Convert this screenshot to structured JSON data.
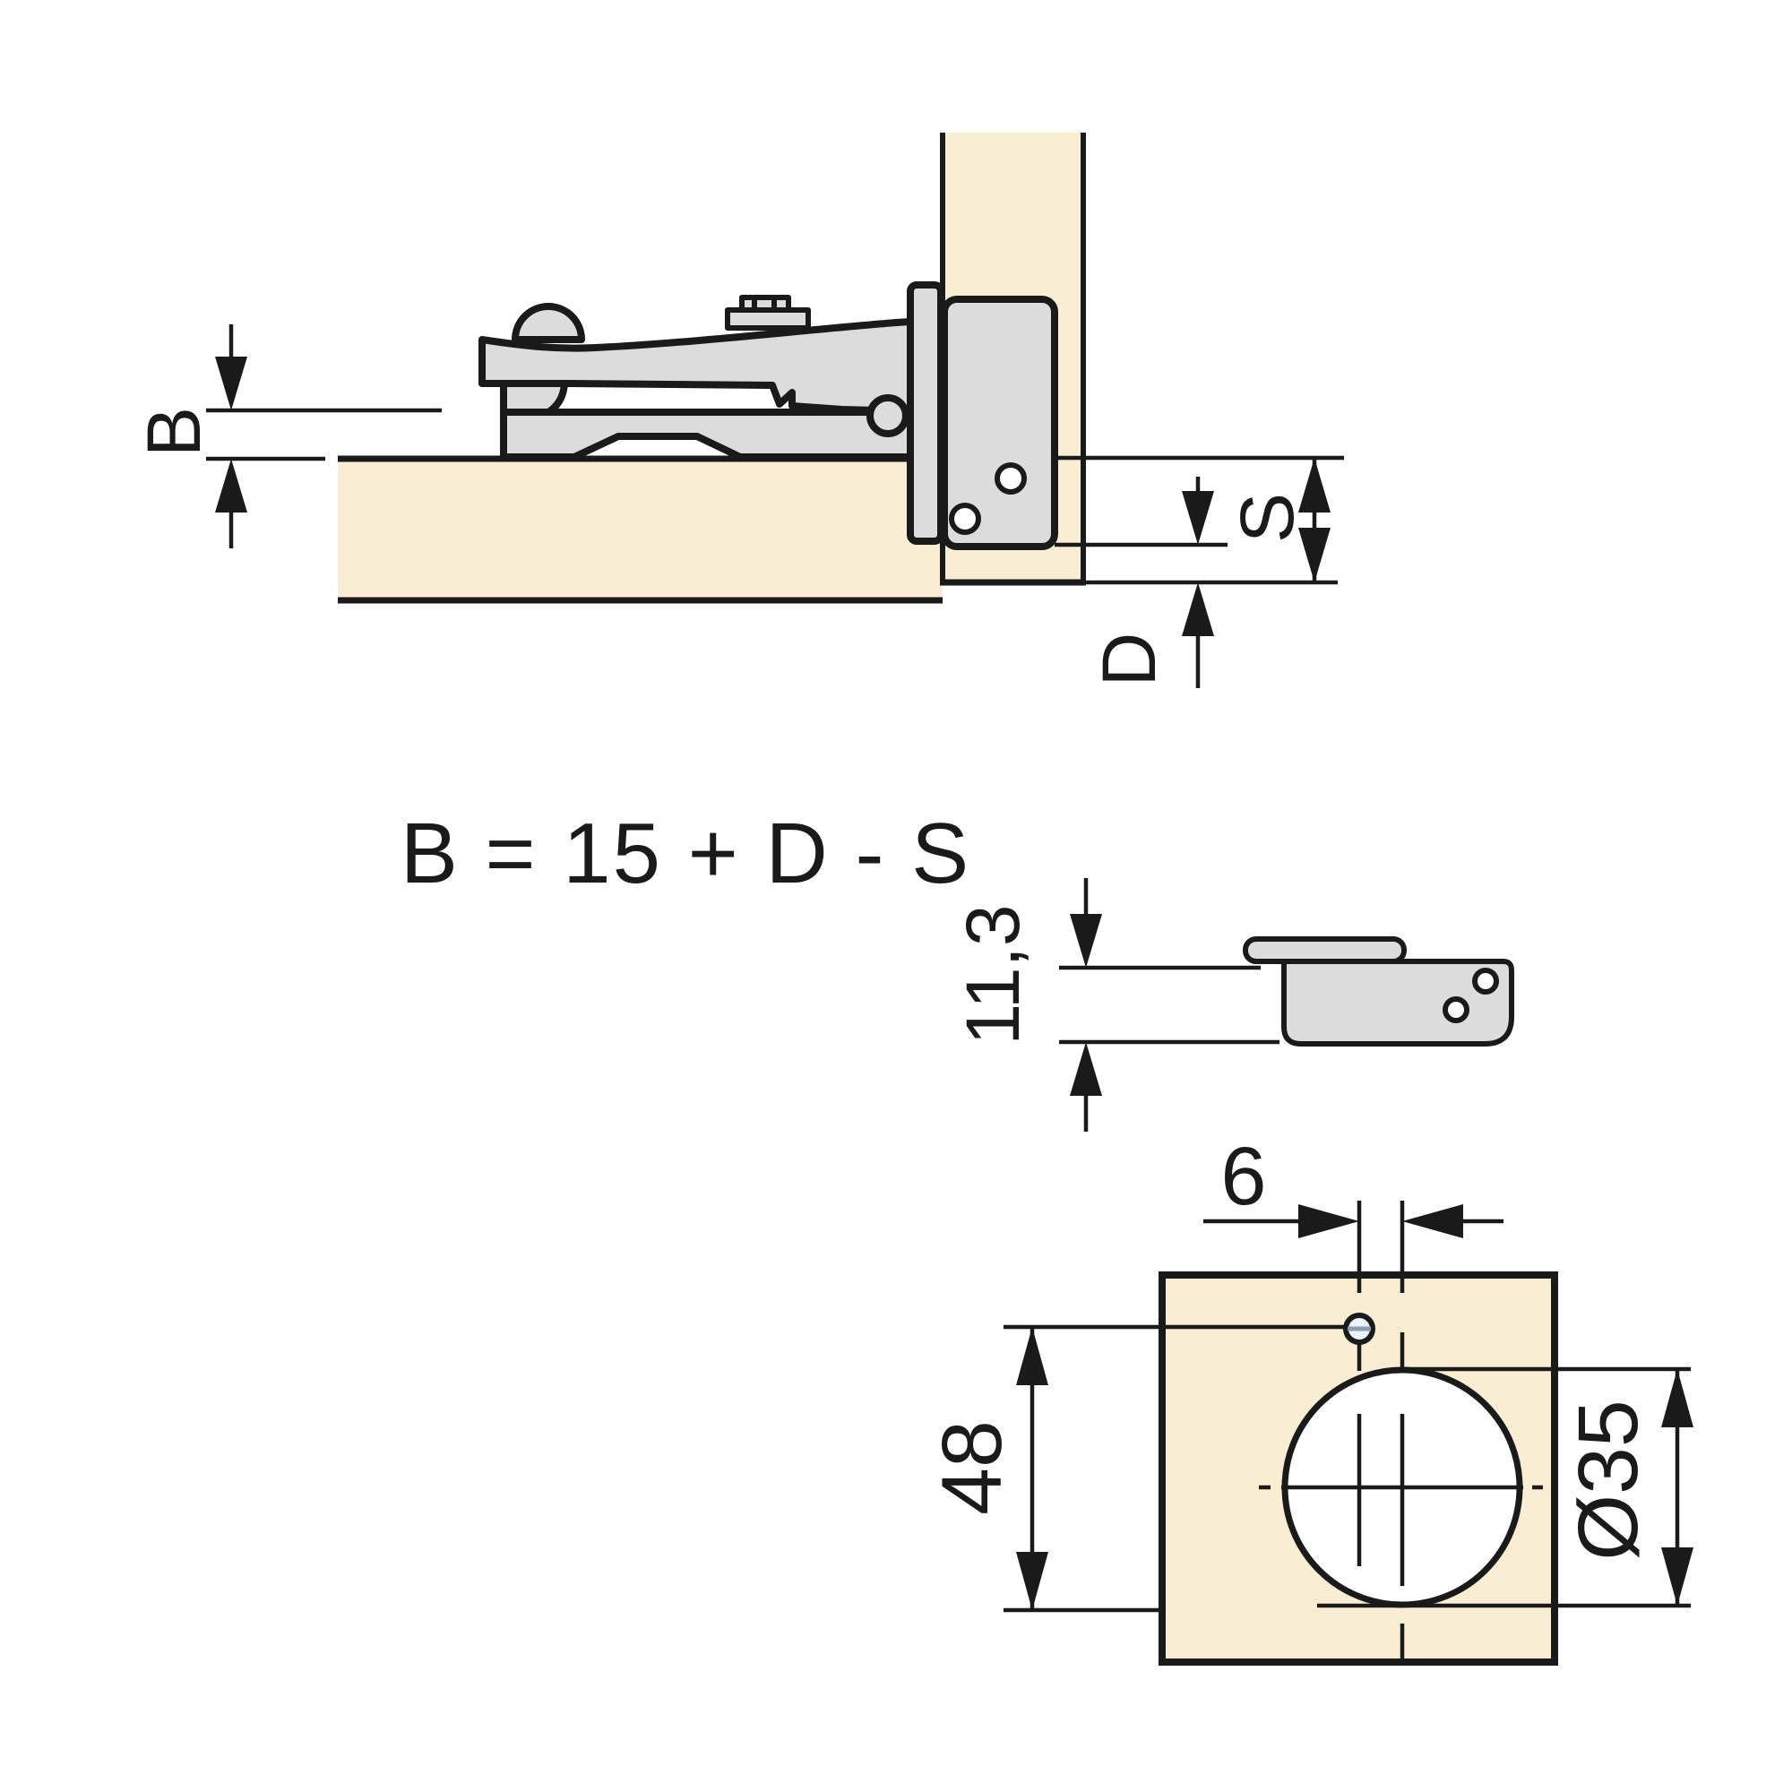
{
  "diagram": {
    "type": "technical-drawing",
    "subject": "concealed cabinet hinge mounting dimensions",
    "views": {
      "cross_section": "hinge mounted between door and cabinet panel with dimensions B, S, D",
      "side_view": "mounting plate side profile with height 11,3",
      "drill_pattern": "cup hole drilling pattern with dimensions 6, 48, Ø35"
    }
  },
  "labels": {
    "bore_distance": "B",
    "overlay": "S",
    "gap": "D",
    "plate_height": "11,3",
    "pilot_offset": "6",
    "pilot_spacing": "48",
    "cup_diameter": "Ø35"
  },
  "formula": "B = 15 + D - S",
  "colors": {
    "panel": "#F9EED3",
    "metal": "#DCDCDC",
    "line": "#1A1A1A",
    "hole": "#FFFFFF",
    "pilot": "#EDF3F9",
    "background": "#FFFFFF"
  }
}
